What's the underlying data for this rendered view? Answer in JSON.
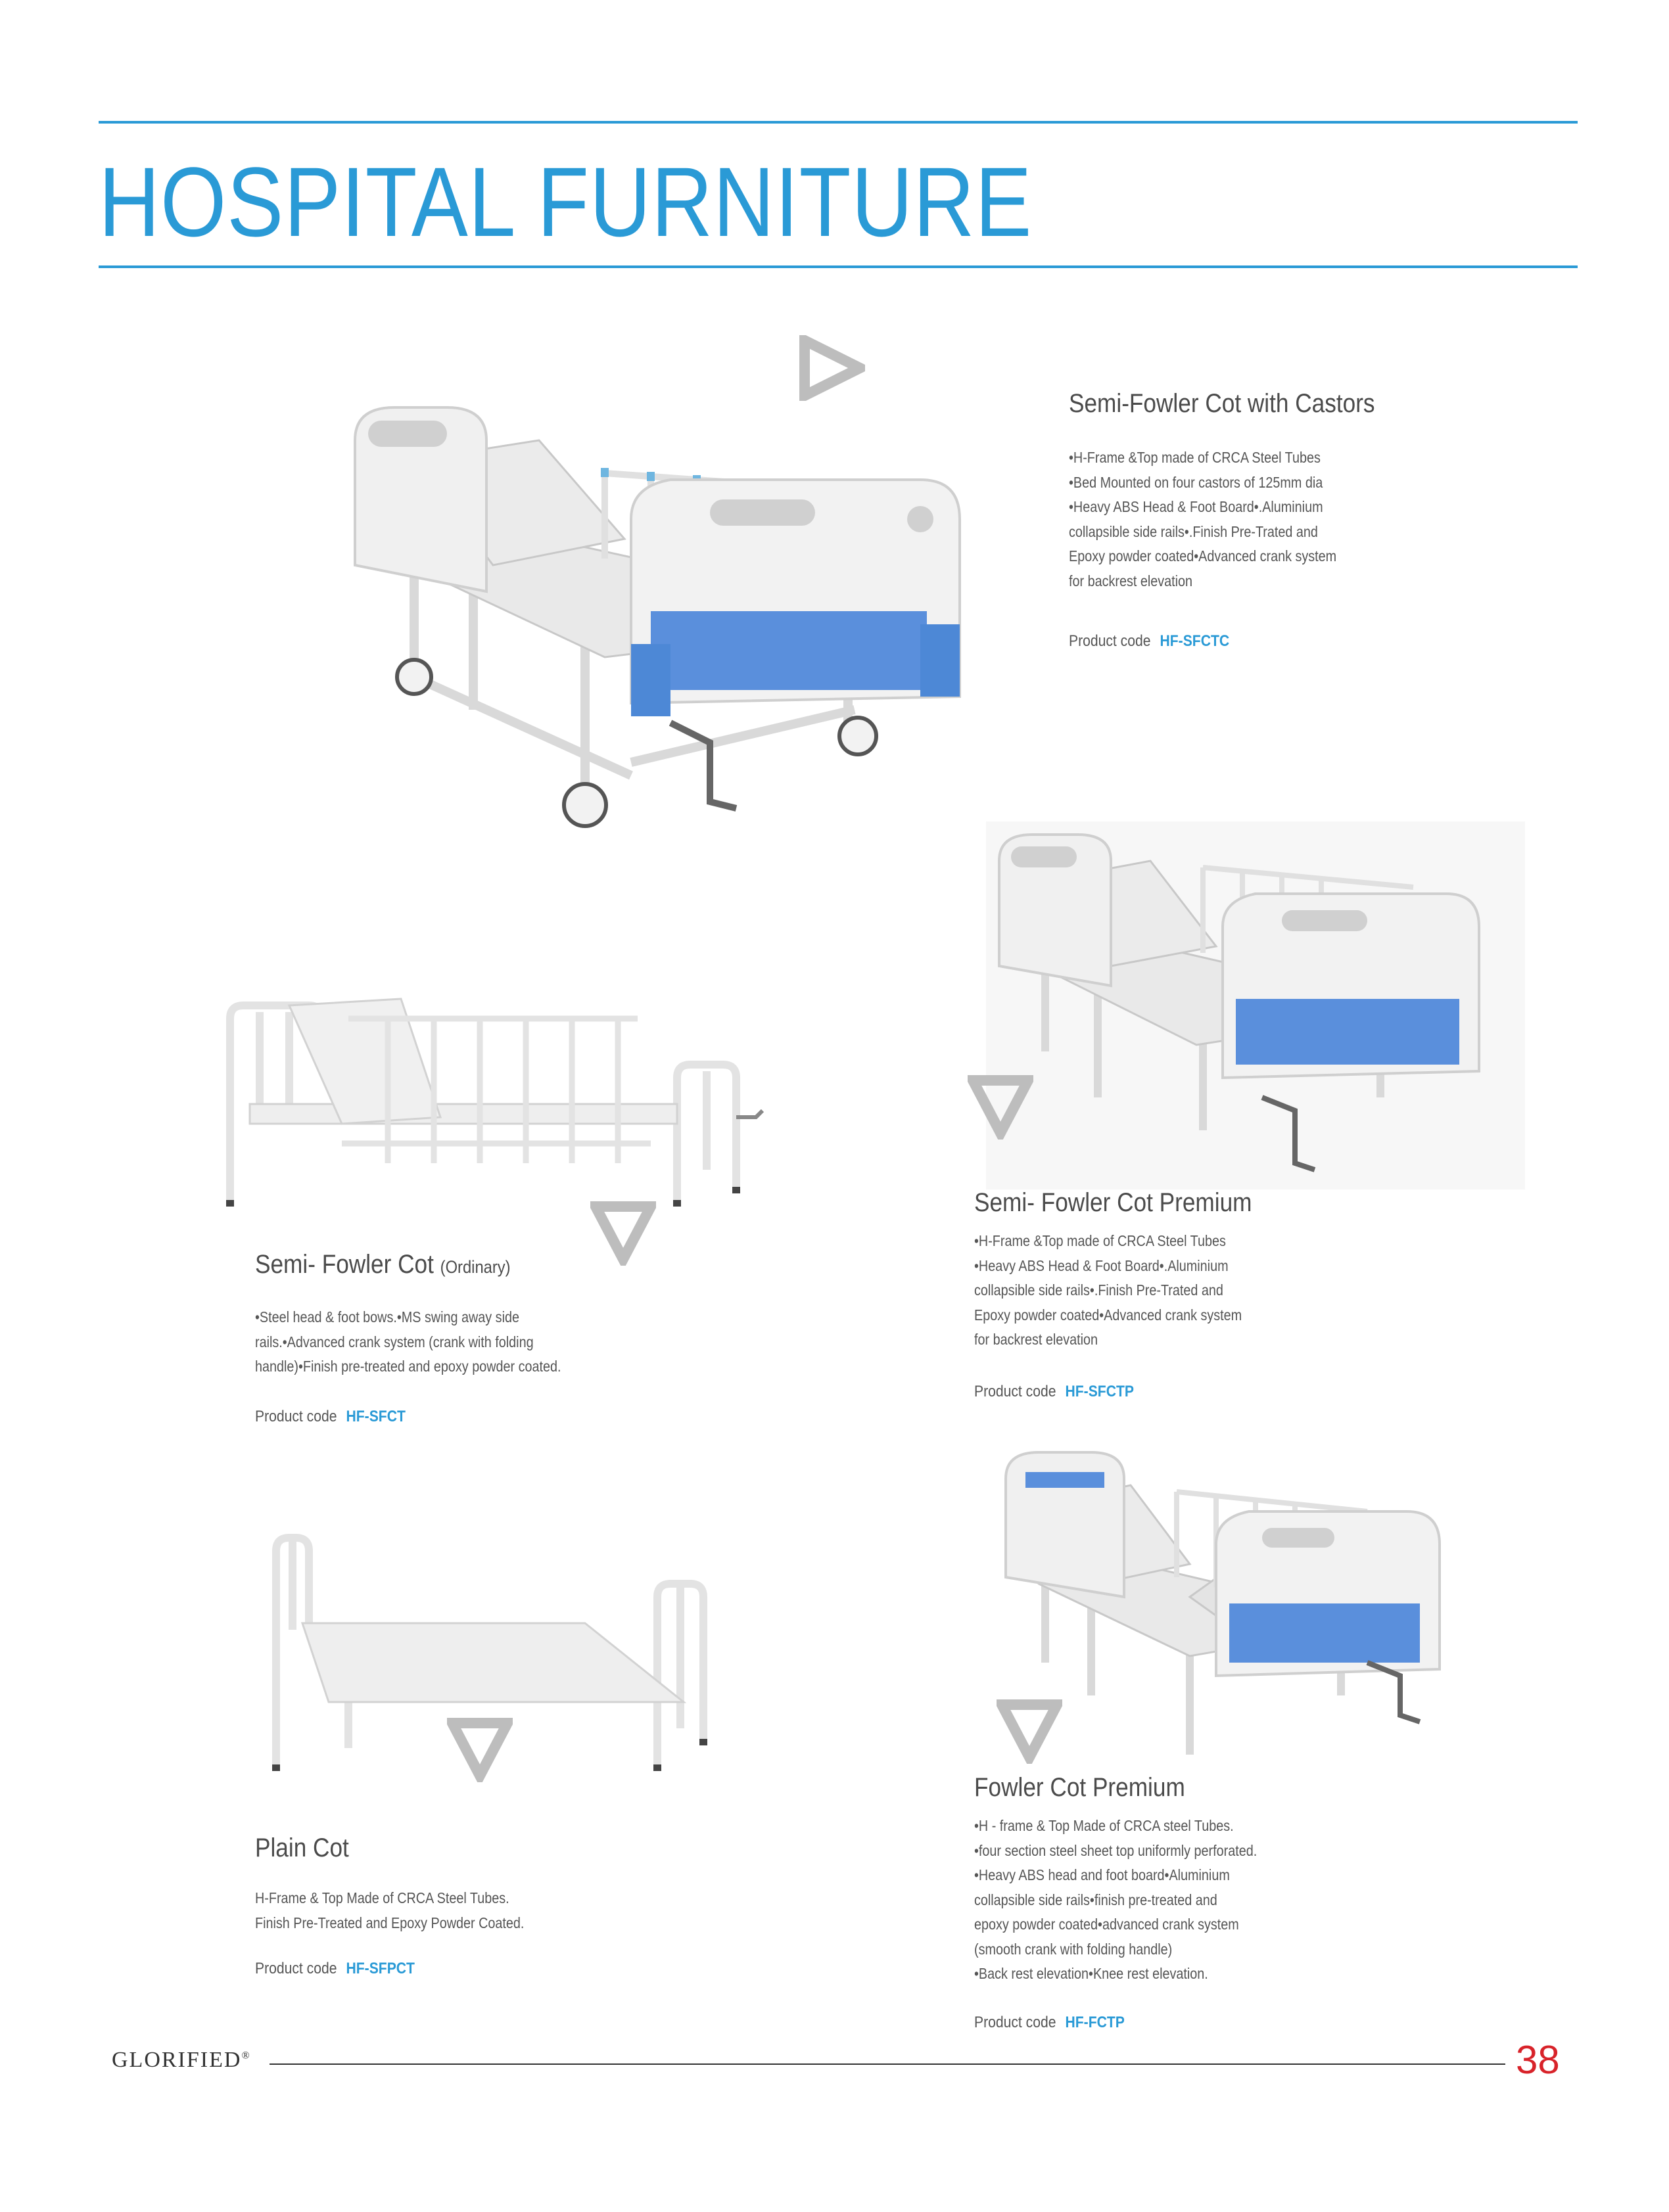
{
  "header": {
    "title": "HOSPITAL FURNITURE"
  },
  "colors": {
    "accent": "#2a9ad6",
    "page_number": "#d8232a",
    "bed_blue": "#5a8fdc",
    "triangle_gray": "#bdbdbd"
  },
  "products": [
    {
      "title": "Semi-Fowler Cot with Castors",
      "title_suffix": "",
      "desc": [
        "•H-Frame &Top made of CRCA Steel Tubes",
        "•Bed Mounted on four castors of 125mm dia",
        "•Heavy ABS Head & Foot Board•.Aluminium",
        "collapsible side rails•.Finish Pre-Trated and",
        "Epoxy powder coated•Advanced crank system",
        "for backrest elevation"
      ],
      "code_label": "Product code",
      "code": "HF-SFCTC"
    },
    {
      "title": "Semi- Fowler Cot Premium",
      "title_suffix": "",
      "desc": [
        "•H-Frame &Top made of CRCA Steel Tubes",
        "•Heavy ABS Head & Foot Board•.Aluminium",
        "collapsible side rails•.Finish Pre-Trated and",
        "Epoxy powder coated•Advanced crank system",
        "for backrest elevation"
      ],
      "code_label": "Product code",
      "code": "HF-SFCTP"
    },
    {
      "title": "Semi- Fowler Cot ",
      "title_suffix": "(Ordinary)",
      "desc": [
        "•Steel head & foot bows.•MS swing away side",
        "rails.•Advanced crank system (crank with folding",
        "handle)•Finish pre-treated and epoxy powder coated."
      ],
      "code_label": "Product code",
      "code": "HF-SFCT"
    },
    {
      "title": "Plain Cot",
      "title_suffix": "",
      "desc": [
        "H-Frame & Top Made of CRCA Steel Tubes.",
        "Finish Pre-Treated and Epoxy Powder Coated."
      ],
      "code_label": "Product code",
      "code": "HF-SFPCT"
    },
    {
      "title": "Fowler Cot Premium",
      "title_suffix": "",
      "desc": [
        "•H - frame & Top Made of CRCA steel Tubes.",
        "•four section steel sheet top uniformly perforated.",
        "•Heavy ABS head and foot board•Aluminium",
        "collapsible side rails•finish pre-treated and",
        "epoxy powder coated•advanced crank system",
        "(smooth crank with folding handle)",
        "•Back rest elevation•Knee rest elevation."
      ],
      "code_label": "Product code",
      "code": "HF-FCTP"
    }
  ],
  "footer": {
    "brand": "GLORIFIED",
    "brand_mark": "®",
    "page_number": "38"
  }
}
